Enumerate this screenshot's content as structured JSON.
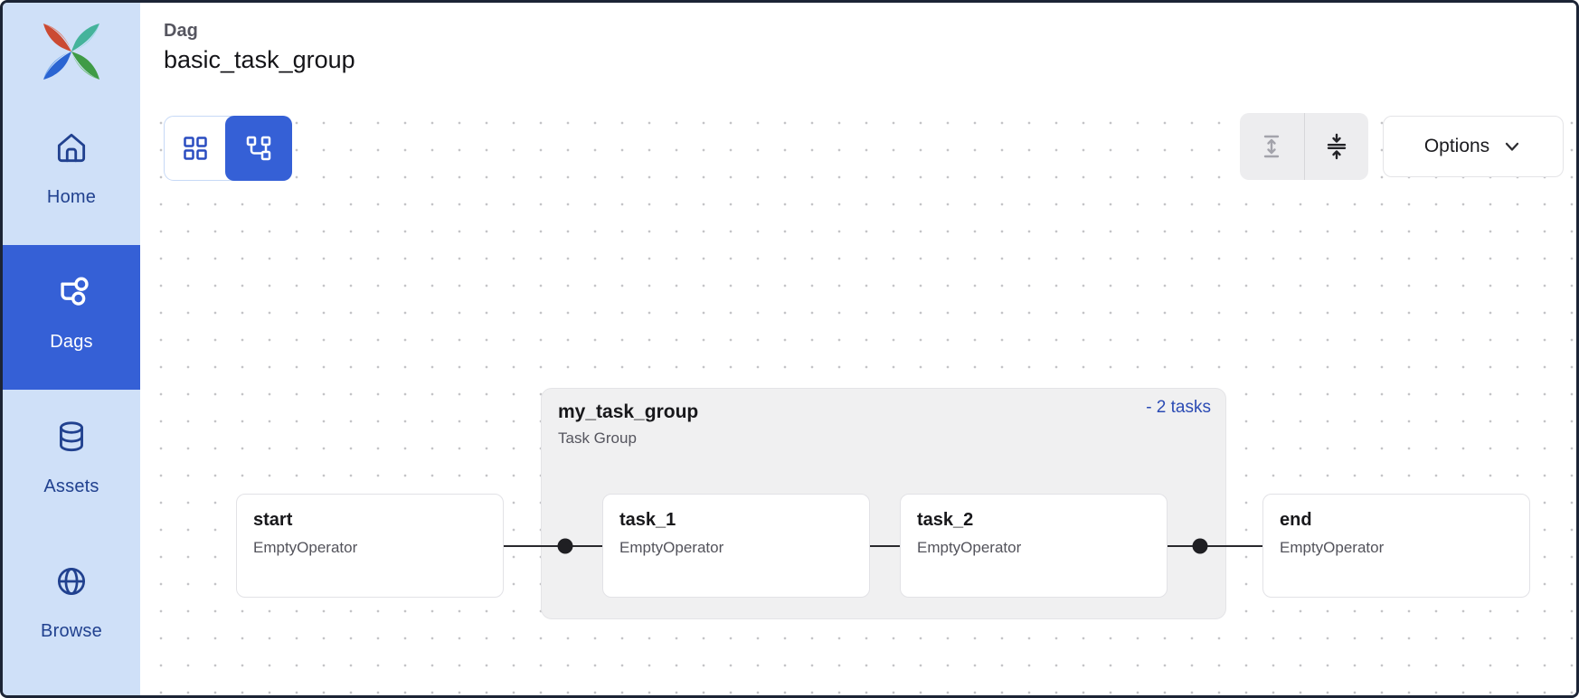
{
  "header": {
    "kicker": "Dag",
    "title": "basic_task_group"
  },
  "sidebar": {
    "logo": "airflow-pinwheel-logo",
    "items": [
      {
        "label": "Home",
        "icon": "home-icon",
        "active": false
      },
      {
        "label": "Dags",
        "icon": "dags-icon",
        "active": true
      },
      {
        "label": "Assets",
        "icon": "assets-icon",
        "active": false
      },
      {
        "label": "Browse",
        "icon": "browse-icon",
        "active": false
      }
    ]
  },
  "toolbar": {
    "view_toggle": [
      {
        "icon": "grid-view-icon",
        "selected": false
      },
      {
        "icon": "graph-view-icon",
        "selected": true
      }
    ],
    "expand_all": {
      "icon": "expand-all-icon",
      "enabled": false
    },
    "collapse_all": {
      "icon": "collapse-all-icon",
      "enabled": true
    },
    "options": {
      "label": "Options",
      "icon": "chevron-down-icon"
    }
  },
  "graph": {
    "group": {
      "title": "my_task_group",
      "subtitle": "Task Group",
      "badge": "- 2 tasks"
    },
    "nodes": [
      {
        "id": "start",
        "title": "start",
        "subtitle": "EmptyOperator",
        "in_group": false
      },
      {
        "id": "task_1",
        "title": "task_1",
        "subtitle": "EmptyOperator",
        "in_group": true
      },
      {
        "id": "task_2",
        "title": "task_2",
        "subtitle": "EmptyOperator",
        "in_group": true
      },
      {
        "id": "end",
        "title": "end",
        "subtitle": "EmptyOperator",
        "in_group": false
      }
    ],
    "edges": [
      {
        "from": "start",
        "to": "my_task_group.task_1"
      },
      {
        "from": "task_1",
        "to": "task_2"
      },
      {
        "from": "task_2",
        "to": "end"
      }
    ]
  },
  "colors": {
    "accent_blue": "#3560d6",
    "sidebar_bg": "#cfe0f8",
    "nav_text": "#21418f",
    "badge_blue": "#2b4bb4",
    "group_bg": "#f0f0f1",
    "edge": "#29292d",
    "canvas_dot": "#c4c4c7"
  }
}
